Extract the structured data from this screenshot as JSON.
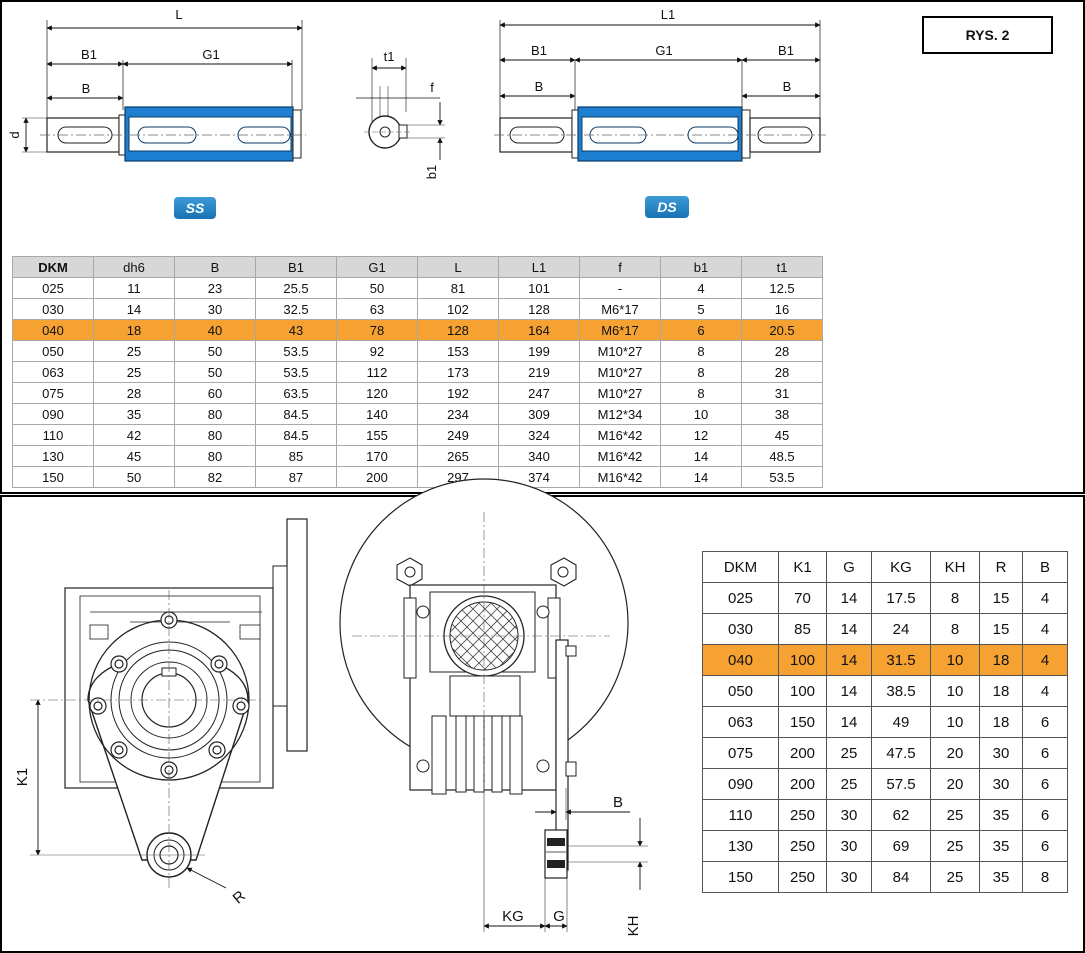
{
  "figure_label": "RYS. 2",
  "shafts": {
    "ss_label": "SS",
    "ds_label": "DS",
    "dims": {
      "L": "L",
      "L1": "L1",
      "B1": "B1",
      "G1": "G1",
      "B": "B",
      "d": "d",
      "t1": "t1",
      "f": "f",
      "b1": "b1"
    }
  },
  "shaft_table": {
    "headers": [
      "DKM",
      "dh6",
      "B",
      "B1",
      "G1",
      "L",
      "L1",
      "f",
      "b1",
      "t1"
    ],
    "highlight_row": 2,
    "rows": [
      [
        "025",
        "11",
        "23",
        "25.5",
        "50",
        "81",
        "101",
        "-",
        "4",
        "12.5"
      ],
      [
        "030",
        "14",
        "30",
        "32.5",
        "63",
        "102",
        "128",
        "M6*17",
        "5",
        "16"
      ],
      [
        "040",
        "18",
        "40",
        "43",
        "78",
        "128",
        "164",
        "M6*17",
        "6",
        "20.5"
      ],
      [
        "050",
        "25",
        "50",
        "53.5",
        "92",
        "153",
        "199",
        "M10*27",
        "8",
        "28"
      ],
      [
        "063",
        "25",
        "50",
        "53.5",
        "112",
        "173",
        "219",
        "M10*27",
        "8",
        "28"
      ],
      [
        "075",
        "28",
        "60",
        "63.5",
        "120",
        "192",
        "247",
        "M10*27",
        "8",
        "31"
      ],
      [
        "090",
        "35",
        "80",
        "84.5",
        "140",
        "234",
        "309",
        "M12*34",
        "10",
        "38"
      ],
      [
        "110",
        "42",
        "80",
        "84.5",
        "155",
        "249",
        "324",
        "M16*42",
        "12",
        "45"
      ],
      [
        "130",
        "45",
        "80",
        "85",
        "170",
        "265",
        "340",
        "M16*42",
        "14",
        "48.5"
      ],
      [
        "150",
        "50",
        "82",
        "87",
        "200",
        "297",
        "374",
        "M16*42",
        "14",
        "53.5"
      ]
    ]
  },
  "arm": {
    "dims": {
      "K1": "K1",
      "R": "R",
      "B": "B",
      "KG": "KG",
      "G": "G",
      "KH": "KH"
    }
  },
  "arm_table": {
    "headers": [
      "DKM",
      "K1",
      "G",
      "KG",
      "KH",
      "R",
      "B"
    ],
    "highlight_row": 2,
    "rows": [
      [
        "025",
        "70",
        "14",
        "17.5",
        "8",
        "15",
        "4"
      ],
      [
        "030",
        "85",
        "14",
        "24",
        "8",
        "15",
        "4"
      ],
      [
        "040",
        "100",
        "14",
        "31.5",
        "10",
        "18",
        "4"
      ],
      [
        "050",
        "100",
        "14",
        "38.5",
        "10",
        "18",
        "4"
      ],
      [
        "063",
        "150",
        "14",
        "49",
        "10",
        "18",
        "6"
      ],
      [
        "075",
        "200",
        "25",
        "47.5",
        "20",
        "30",
        "6"
      ],
      [
        "090",
        "200",
        "25",
        "57.5",
        "20",
        "30",
        "6"
      ],
      [
        "110",
        "250",
        "30",
        "62",
        "25",
        "35",
        "6"
      ],
      [
        "130",
        "250",
        "30",
        "69",
        "25",
        "35",
        "6"
      ],
      [
        "150",
        "250",
        "30",
        "84",
        "25",
        "35",
        "8"
      ]
    ]
  },
  "colors": {
    "highlight": "#f6a233",
    "shaft_blue": "#1e7fd0",
    "header_grey": "#d7d7d7"
  }
}
